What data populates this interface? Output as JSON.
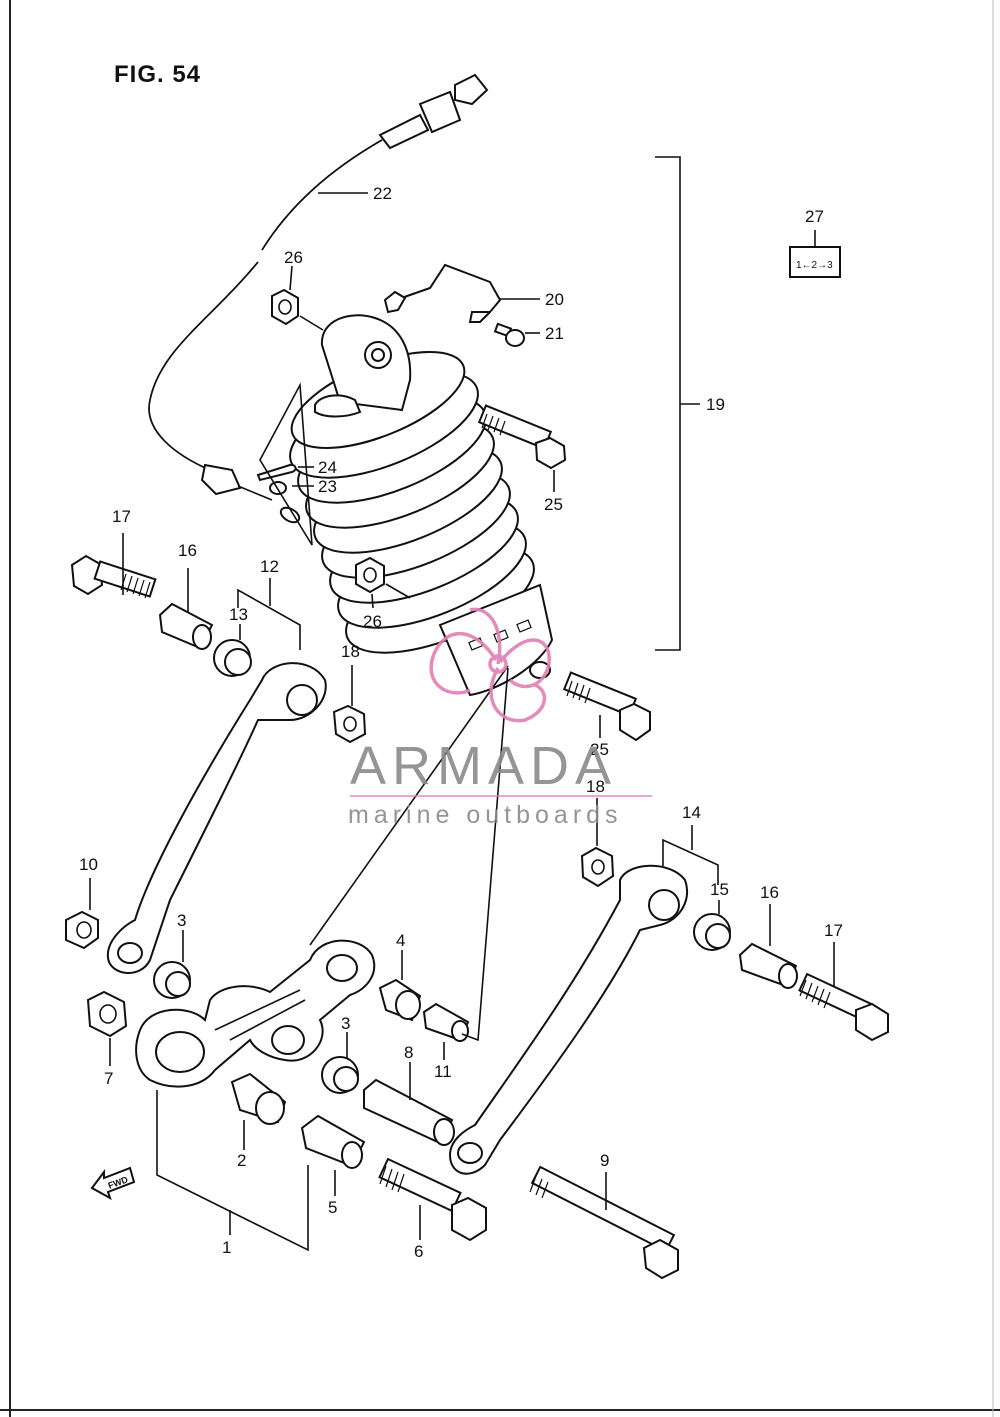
{
  "figure": {
    "title": "FIG. 54"
  },
  "watermark": {
    "brand": "ARMADA",
    "tagline": "marine outboards",
    "accent_color": "#e07fb4",
    "text_color": "#8a8a8a"
  },
  "direction_label": "FWD",
  "legend_box": {
    "text": "1←2→3"
  },
  "callouts": {
    "c1": "1",
    "c2": "2",
    "c3a": "3",
    "c3b": "3",
    "c4": "4",
    "c5": "5",
    "c6": "6",
    "c7": "7",
    "c8": "8",
    "c9": "9",
    "c10": "10",
    "c11": "11",
    "c12": "12",
    "c13": "13",
    "c14": "14",
    "c15": "15",
    "c16a": "16",
    "c16b": "16",
    "c17a": "17",
    "c17b": "17",
    "c18a": "18",
    "c18b": "18",
    "c19": "19",
    "c20": "20",
    "c21": "21",
    "c22": "22",
    "c23": "23",
    "c24": "24",
    "c25a": "25",
    "c25b": "25",
    "c26a": "26",
    "c26b": "26",
    "c27": "27"
  }
}
